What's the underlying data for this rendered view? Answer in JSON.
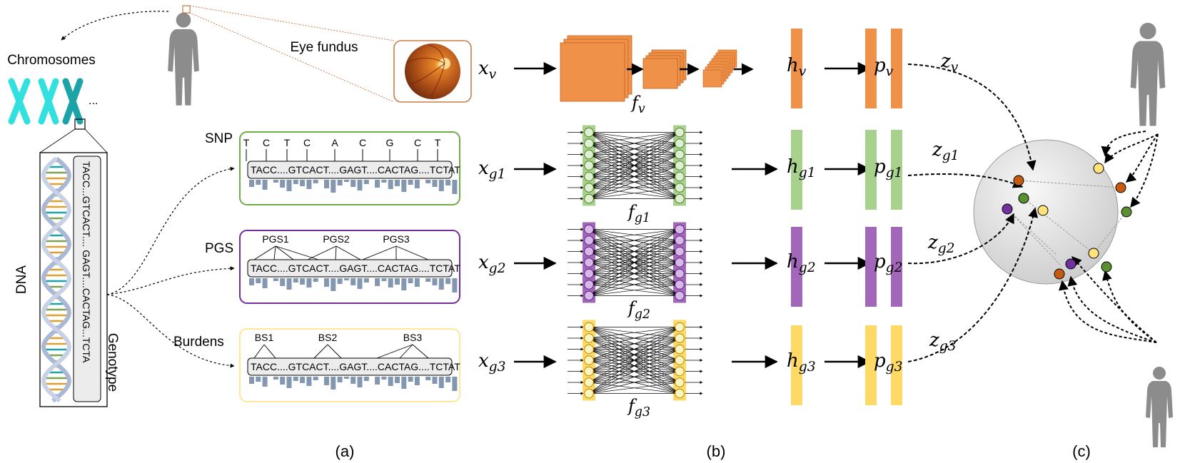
{
  "labels": {
    "chromosomes": "Chromosomes",
    "chrom_dots": "...",
    "dna": "DNA",
    "genotype": "Genotype",
    "genotype_seq": "TACC...GTCACT.... GAGT....CACTAG...TCTA",
    "eye_fundus": "Eye fundus",
    "snp": "SNP",
    "pgs": "PGS",
    "burdens": "Burdens",
    "panel_a": "(a)",
    "panel_b": "(b)",
    "panel_c": "(c)"
  },
  "sequence": "TACC....GTCACT....GAGT....CACTAG....TCTAT",
  "snp_letters": [
    "T",
    "C",
    "T",
    "C",
    "A",
    "C",
    "G",
    "C",
    "T"
  ],
  "pgs_labels": [
    "PGS1",
    "PGS2",
    "PGS3"
  ],
  "bs_labels": [
    "BS1",
    "BS2",
    "BS3"
  ],
  "math": {
    "x": "x",
    "h": "h",
    "p": "p",
    "z": "z",
    "f": "f",
    "v": "v",
    "g1": "g1",
    "g2": "g2",
    "g3": "g3"
  },
  "colors": {
    "orange": "#f0914a",
    "orange_dark": "#c0601e",
    "green": "#a9d18e",
    "green_border": "#70ad47",
    "green_node": "#5a8f32",
    "purple": "#a267b8",
    "purple_border": "#7030a0",
    "purple_node": "#7030a0",
    "yellow": "#ffd966",
    "yellow_border": "#ffe699",
    "yellow_node": "#ffe27a",
    "red_node": "#c55a11",
    "bar_blue": "#8497b0",
    "silhouette": "#8c8c8c",
    "cyan": "#33e0e0",
    "teal": "#1ba3a8"
  }
}
